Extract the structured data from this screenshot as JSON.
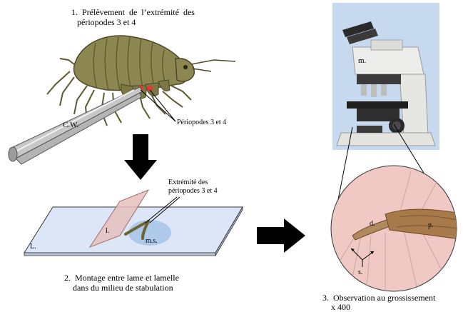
{
  "step1": {
    "line1": "1.  Prélèvement  de  l’extrémité  des",
    "line2": "périopodes 3 et 4"
  },
  "step2": {
    "line1": "2.  Montage entre lame et lamelle",
    "line2": "dans du milieu de stabulation"
  },
  "step3": {
    "line1": "3.  Observation au grossissement",
    "line2": "x 400"
  },
  "labels": {
    "cw": "C.W.",
    "periopodes": "Périopodes 3 et 4",
    "extremite_line1": "Extrémité des",
    "extremite_line2": "périopodes 3 et 4",
    "slide": "L.",
    "coverslip": "l.",
    "medium": "m.s.",
    "microscope": "m.",
    "d": "d.",
    "p": "p.",
    "s": "s."
  },
  "colors": {
    "arrow": "#000000",
    "gammarus_body": "#8c8650",
    "gammarus_dark": "#5f5a30",
    "slide_fill": "#dce6f6",
    "coverslip_fill": "#e6c0bd",
    "medium_fill": "#a9c6ea",
    "micro_bg": "#c6d9ef",
    "micro_body": "#e9e9e7",
    "view_bg": "#f0c9c4",
    "red_mark": "#e23b2e"
  }
}
